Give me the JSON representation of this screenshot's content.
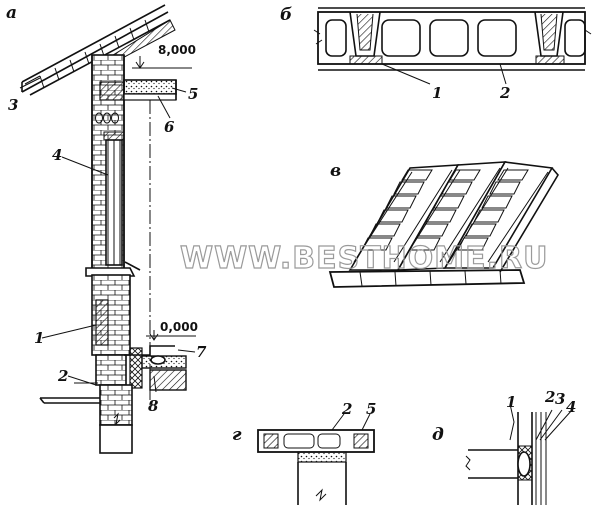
{
  "panels": {
    "a": "а",
    "b": "б",
    "v": "в",
    "g": "г",
    "d": "д"
  },
  "levels": {
    "top": "8,000",
    "ground": "0,000"
  },
  "callouts_a": [
    "1",
    "2",
    "3",
    "4",
    "5",
    "6",
    "7",
    "8"
  ],
  "callouts_b": [
    "1",
    "2"
  ],
  "callouts_g": [
    "2",
    "5"
  ],
  "callouts_d": [
    "1",
    "2",
    "3",
    "4"
  ],
  "watermark": "WWW.BESTHOME.RU"
}
